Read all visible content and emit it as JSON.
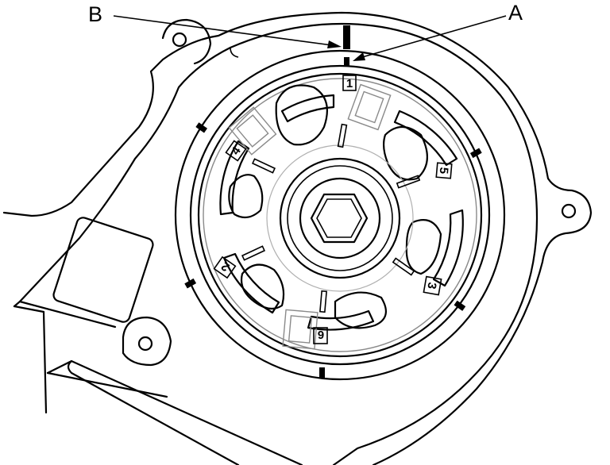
{
  "callouts": {
    "a": "A",
    "b": "B"
  },
  "cylinder_numbers": {
    "n1": "1",
    "n2": "2",
    "n3": "3",
    "n4": "4",
    "n5": "5",
    "n6": "6"
  }
}
